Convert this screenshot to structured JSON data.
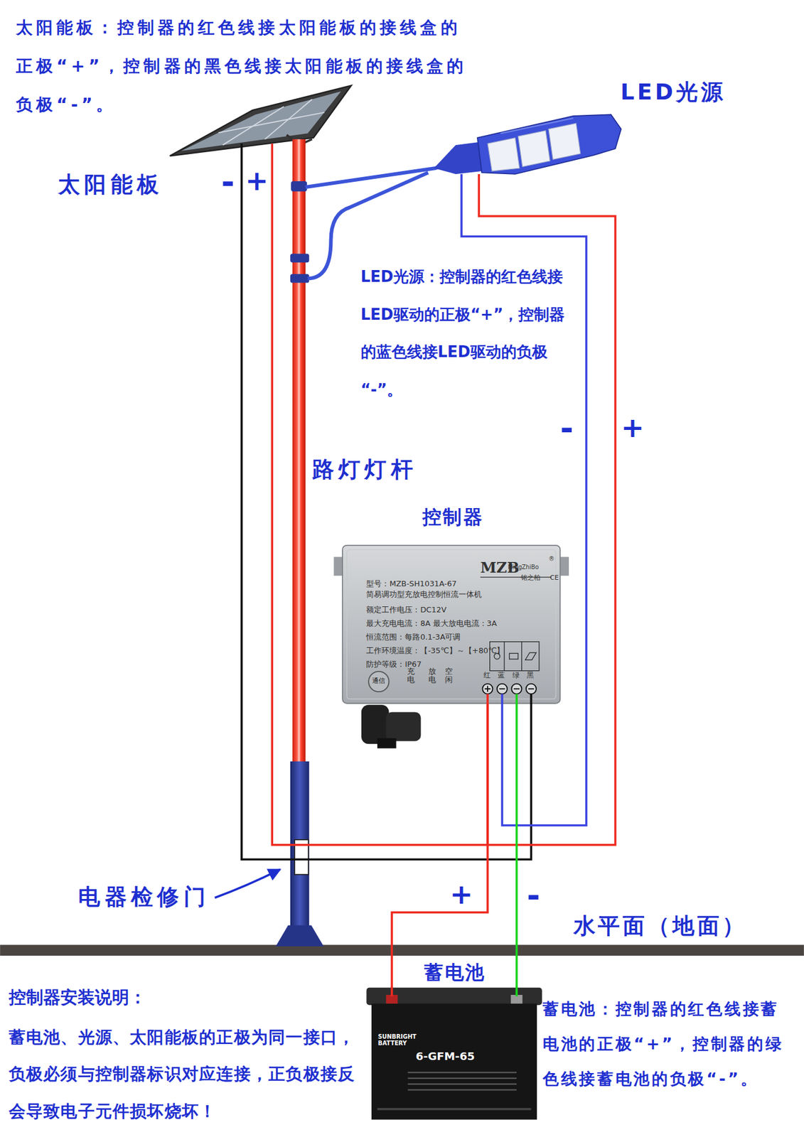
{
  "diagram": {
    "nodes": [
      {
        "text": [
          "太阳能板"
        ]
      },
      {
        "text": [
          "LED光源"
        ]
      },
      {
        "text": [
          "控制器",
          "MZB",
          "MingZhiBo",
          "®",
          "铭之柏",
          "CE",
          "型号：MZB-SH1031A-67",
          "简易调功型充放电控制恒流一体机",
          "额定工作电压：DC12V",
          "最大充电电流：8A 最大放电电流：3A",
          "恒流范围：每路0.1-3A可调",
          "工作环境温度：【-35℃】～【+80℃】",
          "防护等级：IP67",
          "充电",
          "放电",
          "空闲",
          "红",
          "蓝",
          "绿",
          "黑"
        ]
      },
      {
        "text": [
          "通信"
        ],
        "in": 2
      },
      {
        "text": [
          "蓄电池",
          "SUNBRIGHT BATTERY",
          "6-GFM-65"
        ]
      }
    ],
    "edges": [
      {
        "from": 2,
        "to": 0,
        "arrow": "none"
      },
      {
        "from": 2,
        "to": 0,
        "arrow": "none"
      },
      {
        "from": 2,
        "to": 1,
        "arrow": "none"
      },
      {
        "from": 2,
        "to": 1,
        "arrow": "none"
      },
      {
        "from": 2,
        "to": 4,
        "arrow": "none"
      },
      {
        "from": 2,
        "to": 4,
        "arrow": "none"
      }
    ],
    "labels": [
      "太阳能板：控制器的红色线接太阳能板的接线盒的正极“+”，控制器的黑色线接太阳能板的接线盒的负极“-”。",
      "-",
      "+",
      "LED光源：控制器的红色线接LED驱动的正极“+”，控制器的蓝色线接LED驱动的负极“-”。",
      "-",
      "+",
      "路灯灯杆",
      "电器检修门",
      "+",
      "-",
      "水平面（地面）",
      "控制器安装说明：",
      "蓄电池、光源、太阳能板的正极为同一接口，负极必须与控制器标识对应连接，正负极接反会导致电子元件损坏烧坏！",
      "蓄电池：控制器的红色线接蓄电池的正极“+”，控制器的绿色线接蓄电池的负极“-”。"
    ]
  }
}
